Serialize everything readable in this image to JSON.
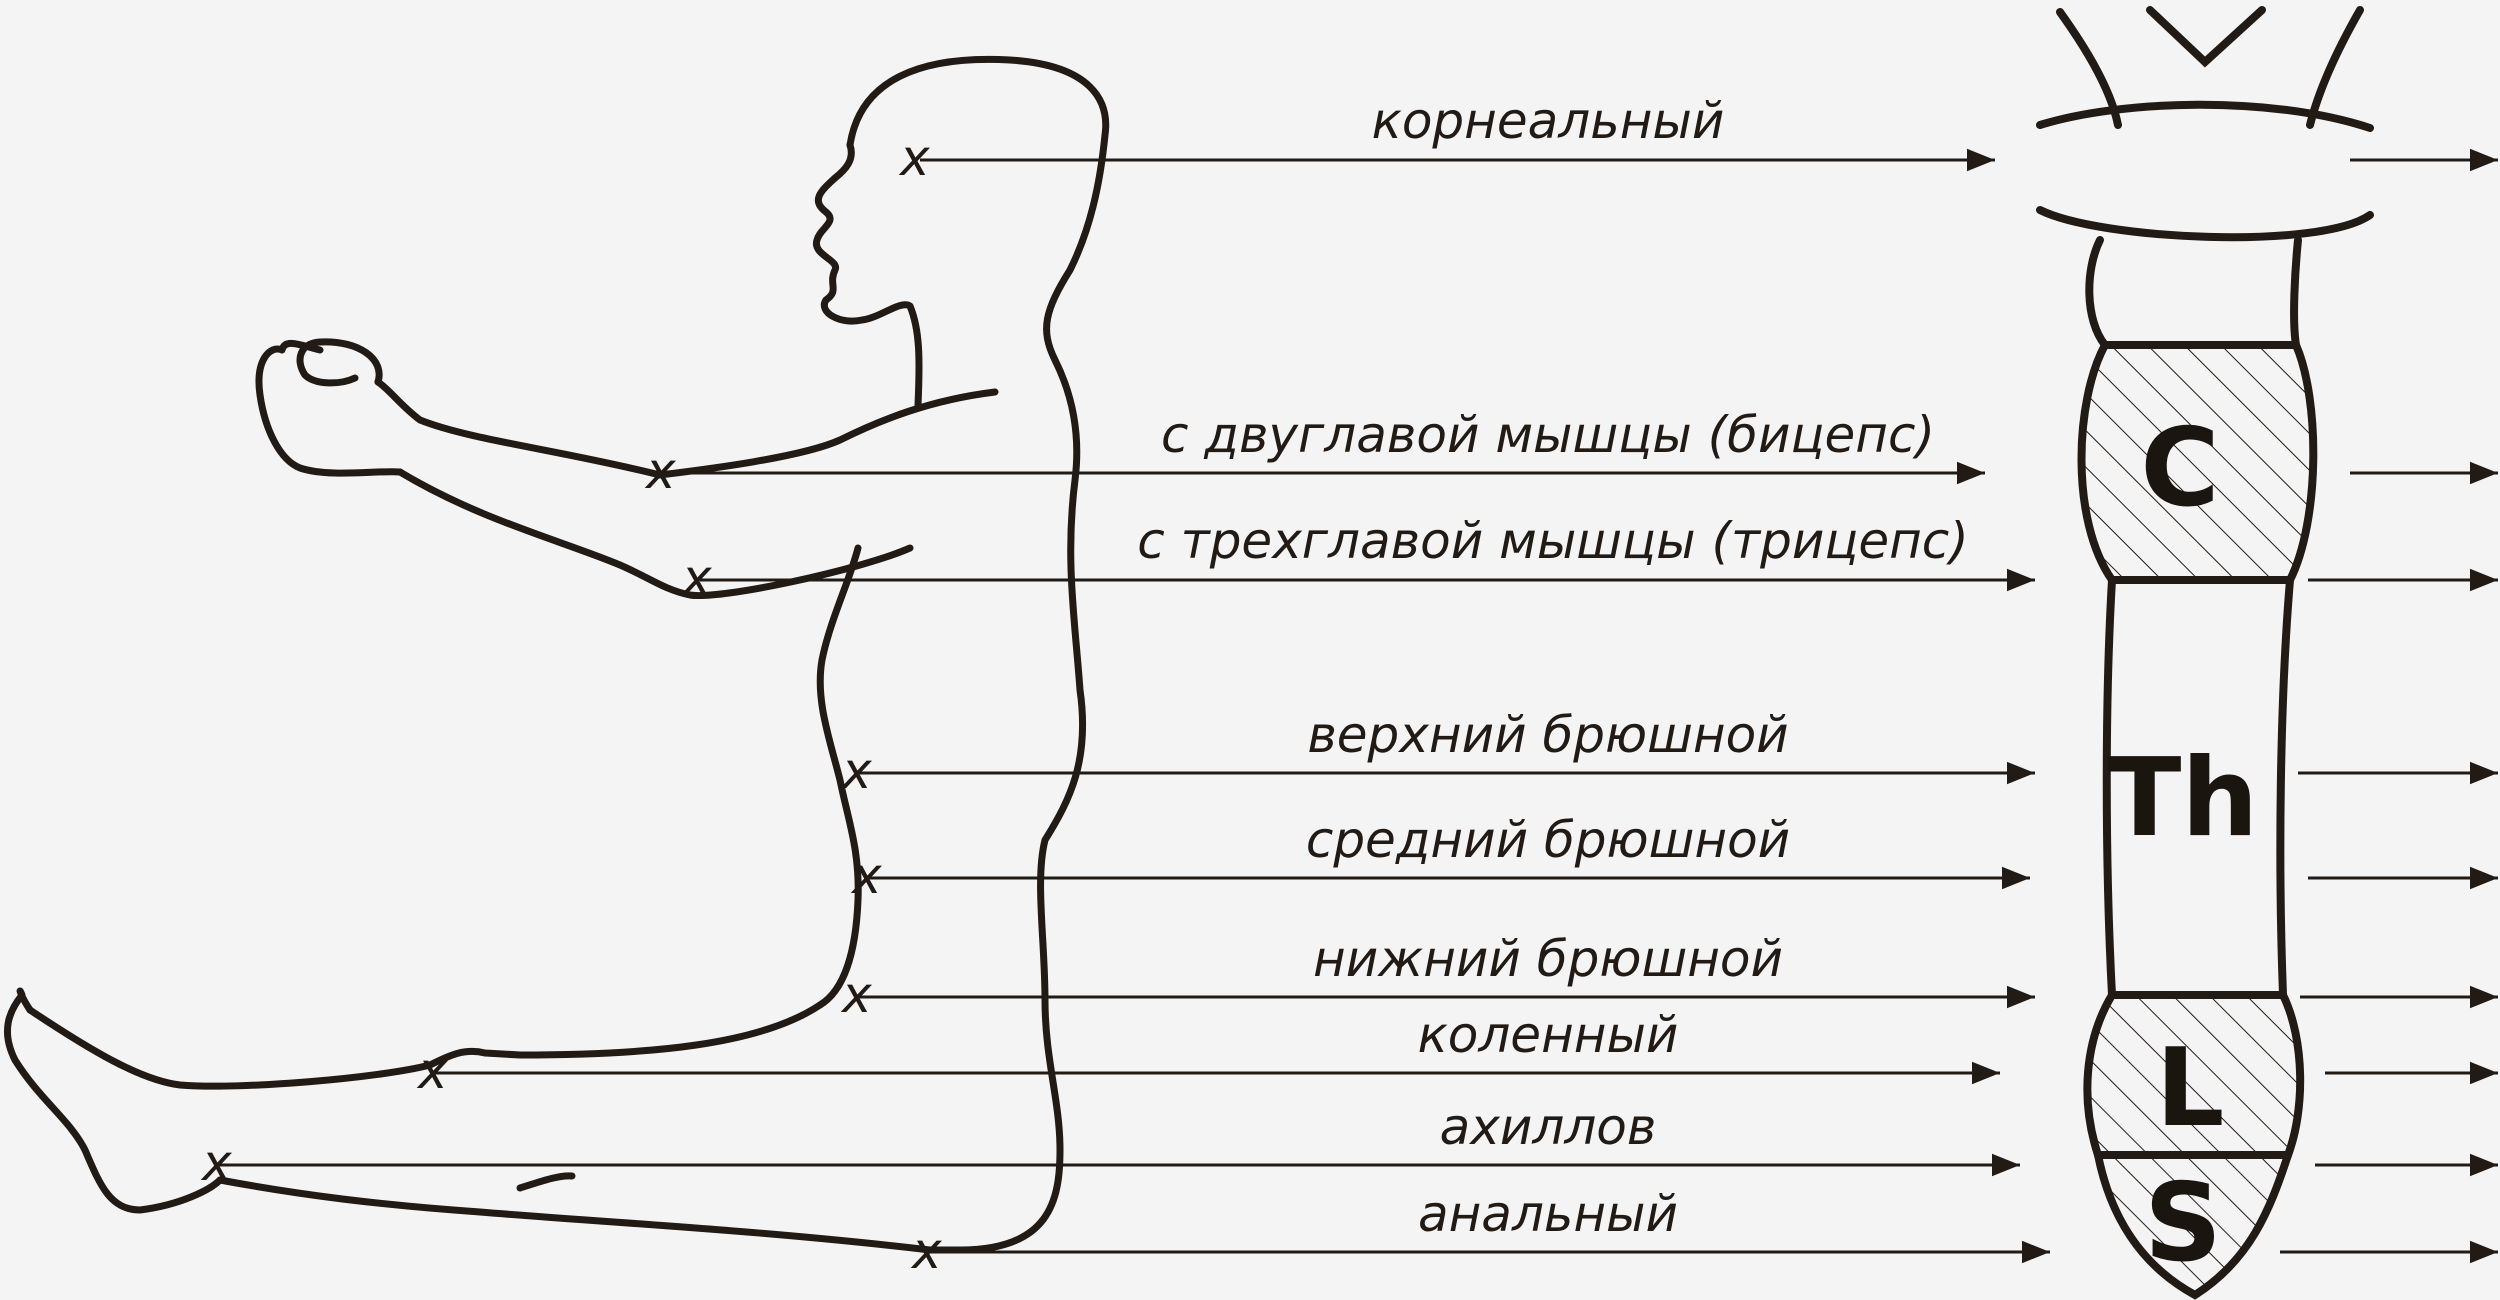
{
  "reflexes": [
    {
      "id": "corneal",
      "label": "корнеальный",
      "segment": "brainstem"
    },
    {
      "id": "biceps",
      "label": "с двуглавой мышцы (бицепс)",
      "segment": "C"
    },
    {
      "id": "triceps",
      "label": "с трехглавой мышцы (трицепс)",
      "segment": "C"
    },
    {
      "id": "upper-abdominal",
      "label": "верхний брюшной",
      "segment": "Th"
    },
    {
      "id": "middle-abdominal",
      "label": "средний брюшной",
      "segment": "Th"
    },
    {
      "id": "lower-abdominal",
      "label": "нижний брюшной",
      "segment": "Th"
    },
    {
      "id": "knee",
      "label": "коленный",
      "segment": "L"
    },
    {
      "id": "achilles",
      "label": "ахиллов",
      "segment": "S"
    },
    {
      "id": "anal",
      "label": "анальный",
      "segment": "S"
    }
  ],
  "stimulus_mark": "x",
  "segments": {
    "cervical": "C",
    "thoracic": "Th",
    "lumbar": "L",
    "sacral": "S"
  },
  "colors": {
    "ink": "#221a14",
    "background": "#f4f4f4"
  }
}
